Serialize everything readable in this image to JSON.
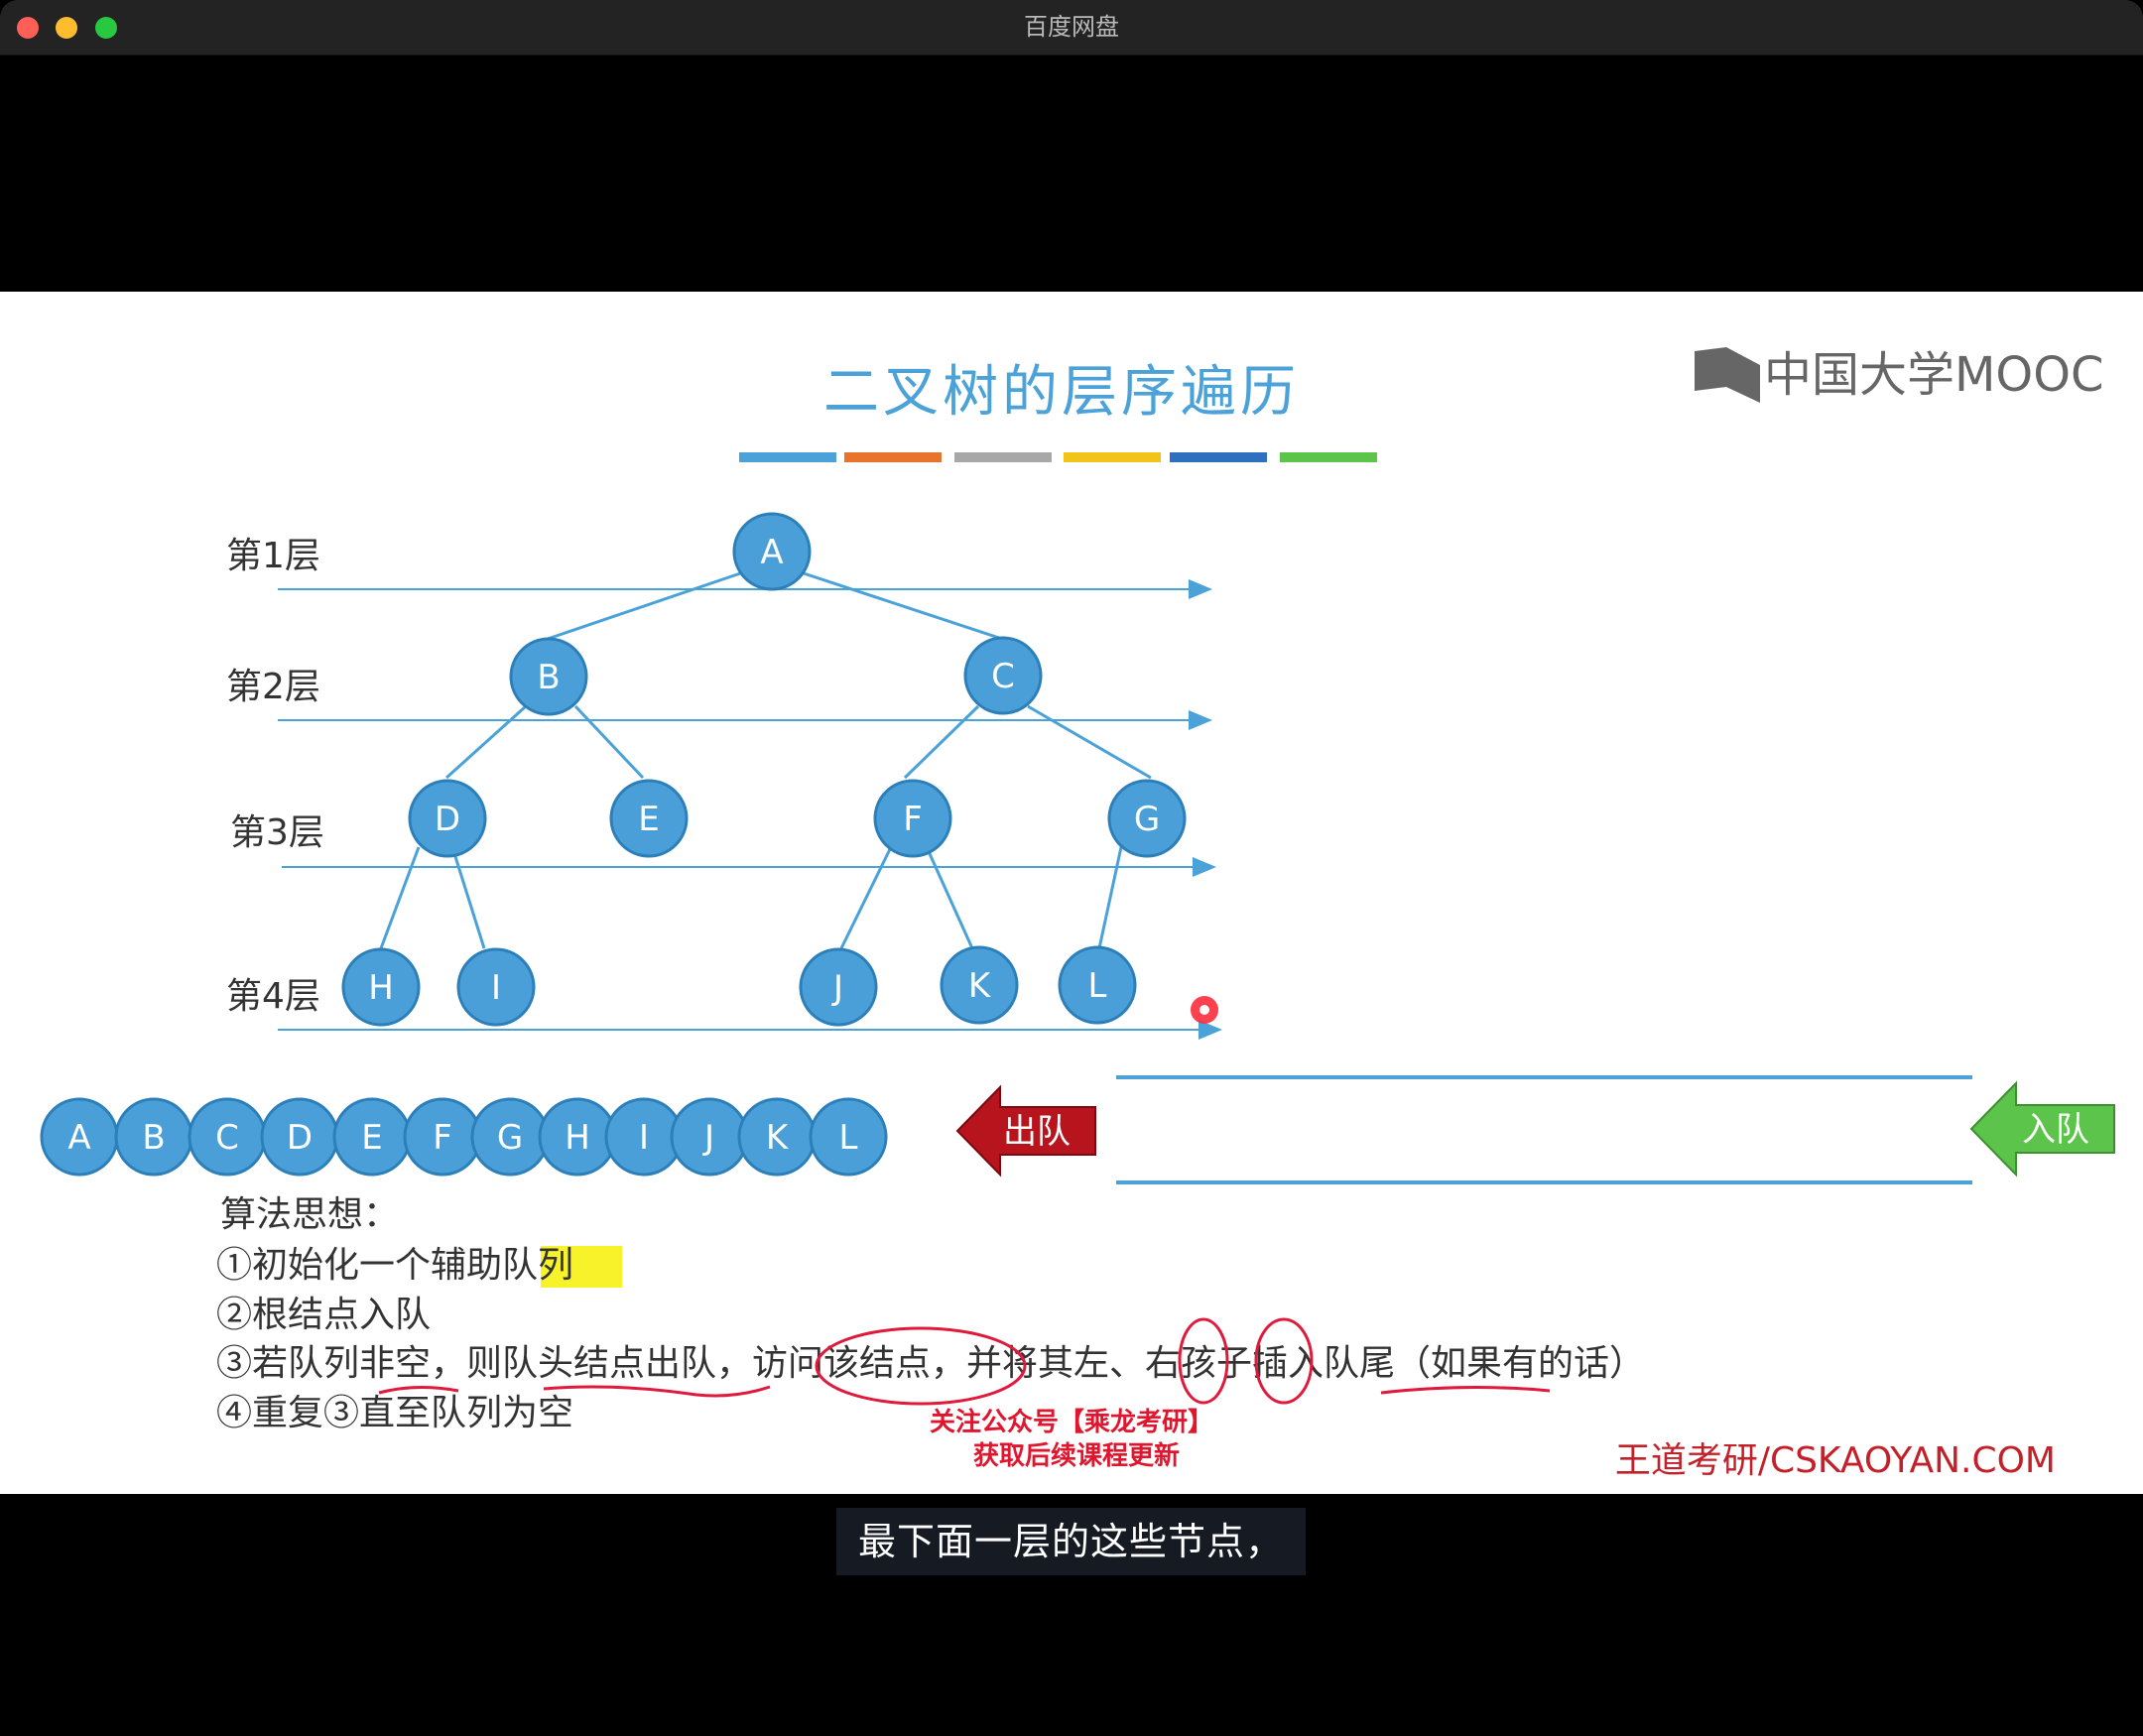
{
  "window": {
    "title": "百度网盘"
  },
  "slide": {
    "title": "二叉树的层序遍历",
    "logo": "中国大学MOOC",
    "color_bar": [
      "#4aa2d9",
      "#e8742c",
      "#a8a8a8",
      "#f2c318",
      "#2f6fbf",
      "#5cc44a"
    ],
    "levels": [
      "第1层",
      "第2层",
      "第3层",
      "第4层"
    ],
    "tree_nodes": [
      "A",
      "B",
      "C",
      "D",
      "E",
      "F",
      "G",
      "H",
      "I",
      "J",
      "K",
      "L"
    ],
    "queue_output": [
      "A",
      "B",
      "C",
      "D",
      "E",
      "F",
      "G",
      "H",
      "I",
      "J",
      "K",
      "L"
    ],
    "dequeue_label": "出队",
    "enqueue_label": "入队",
    "algo_title": "算法思想：",
    "algo_steps": [
      {
        "prefix": "①初始化一个辅助",
        "highlight": "队列"
      },
      {
        "text": "②根结点入队"
      },
      {
        "text": "③若队列非空，则队头结点出队，访问该结点，并将其左、右孩子插入队尾（如果有的话）"
      },
      {
        "text": "④重复③直至队列为空"
      }
    ],
    "promo_line1": "关注公众号【乘龙考研】",
    "promo_line2": "获取后续课程更新",
    "watermark": "王道考研/CSKAOYAN.COM",
    "node_color": "#4a9fd9",
    "dequeue_color": "#b8141d",
    "enqueue_color": "#5cc44a"
  },
  "subtitle": "最下面一层的这些节点，"
}
